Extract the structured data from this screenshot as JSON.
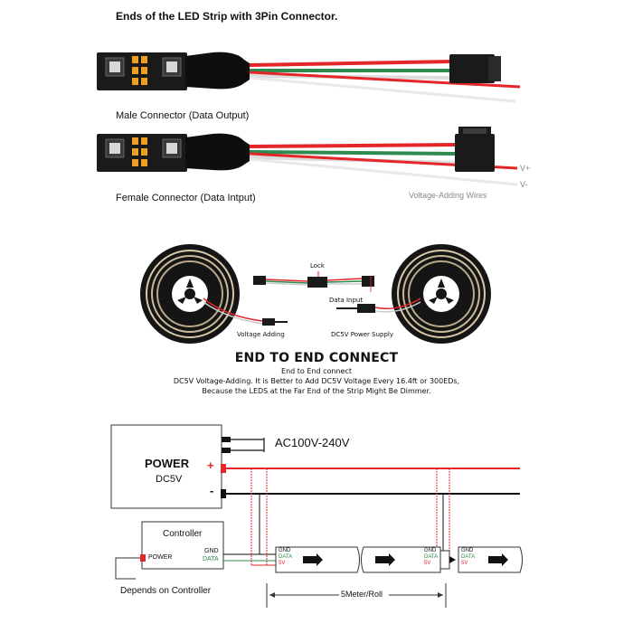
{
  "header": {
    "title": "Ends of the LED Strip with 3Pin Connector."
  },
  "connectors": {
    "male_label": "Male Connector (Data Output)",
    "female_label": "Female Connector (Data Intput)",
    "v_plus": "V+",
    "v_minus": "V-",
    "voltage_wires": "Voltage-Adding Wires"
  },
  "end_to_end": {
    "lock": "Lock",
    "data_input": "Data Input",
    "voltage_adding": "Voltage Adding",
    "dc5v_supply": "DC5V Power Supply",
    "heading": "END TO END CONNECT",
    "line1": "End to End connect",
    "line2": "DC5V Voltage-Adding. It is Better to Add DC5V Voltage Every 16.4ft or 300EDs,",
    "line3": "Because the LEDS at the Far End of the Strip Might Be Dimmer."
  },
  "wiring": {
    "power_title": "POWER",
    "power_sub": "DC5V",
    "ac_label": "AC100V-240V",
    "plus": "+",
    "minus": "-",
    "controller": "Controller",
    "gnd": "GND",
    "data": "DATA",
    "power_port": "POWER",
    "depends": "Depends on Controller",
    "length": "5Meter/Roll",
    "strip_gnd": "GND",
    "strip_data": "DATA",
    "strip_5v": "5V"
  },
  "colors": {
    "red": "#e3262a",
    "green": "#2e8a4e",
    "black": "#111111",
    "gray": "#888888"
  }
}
